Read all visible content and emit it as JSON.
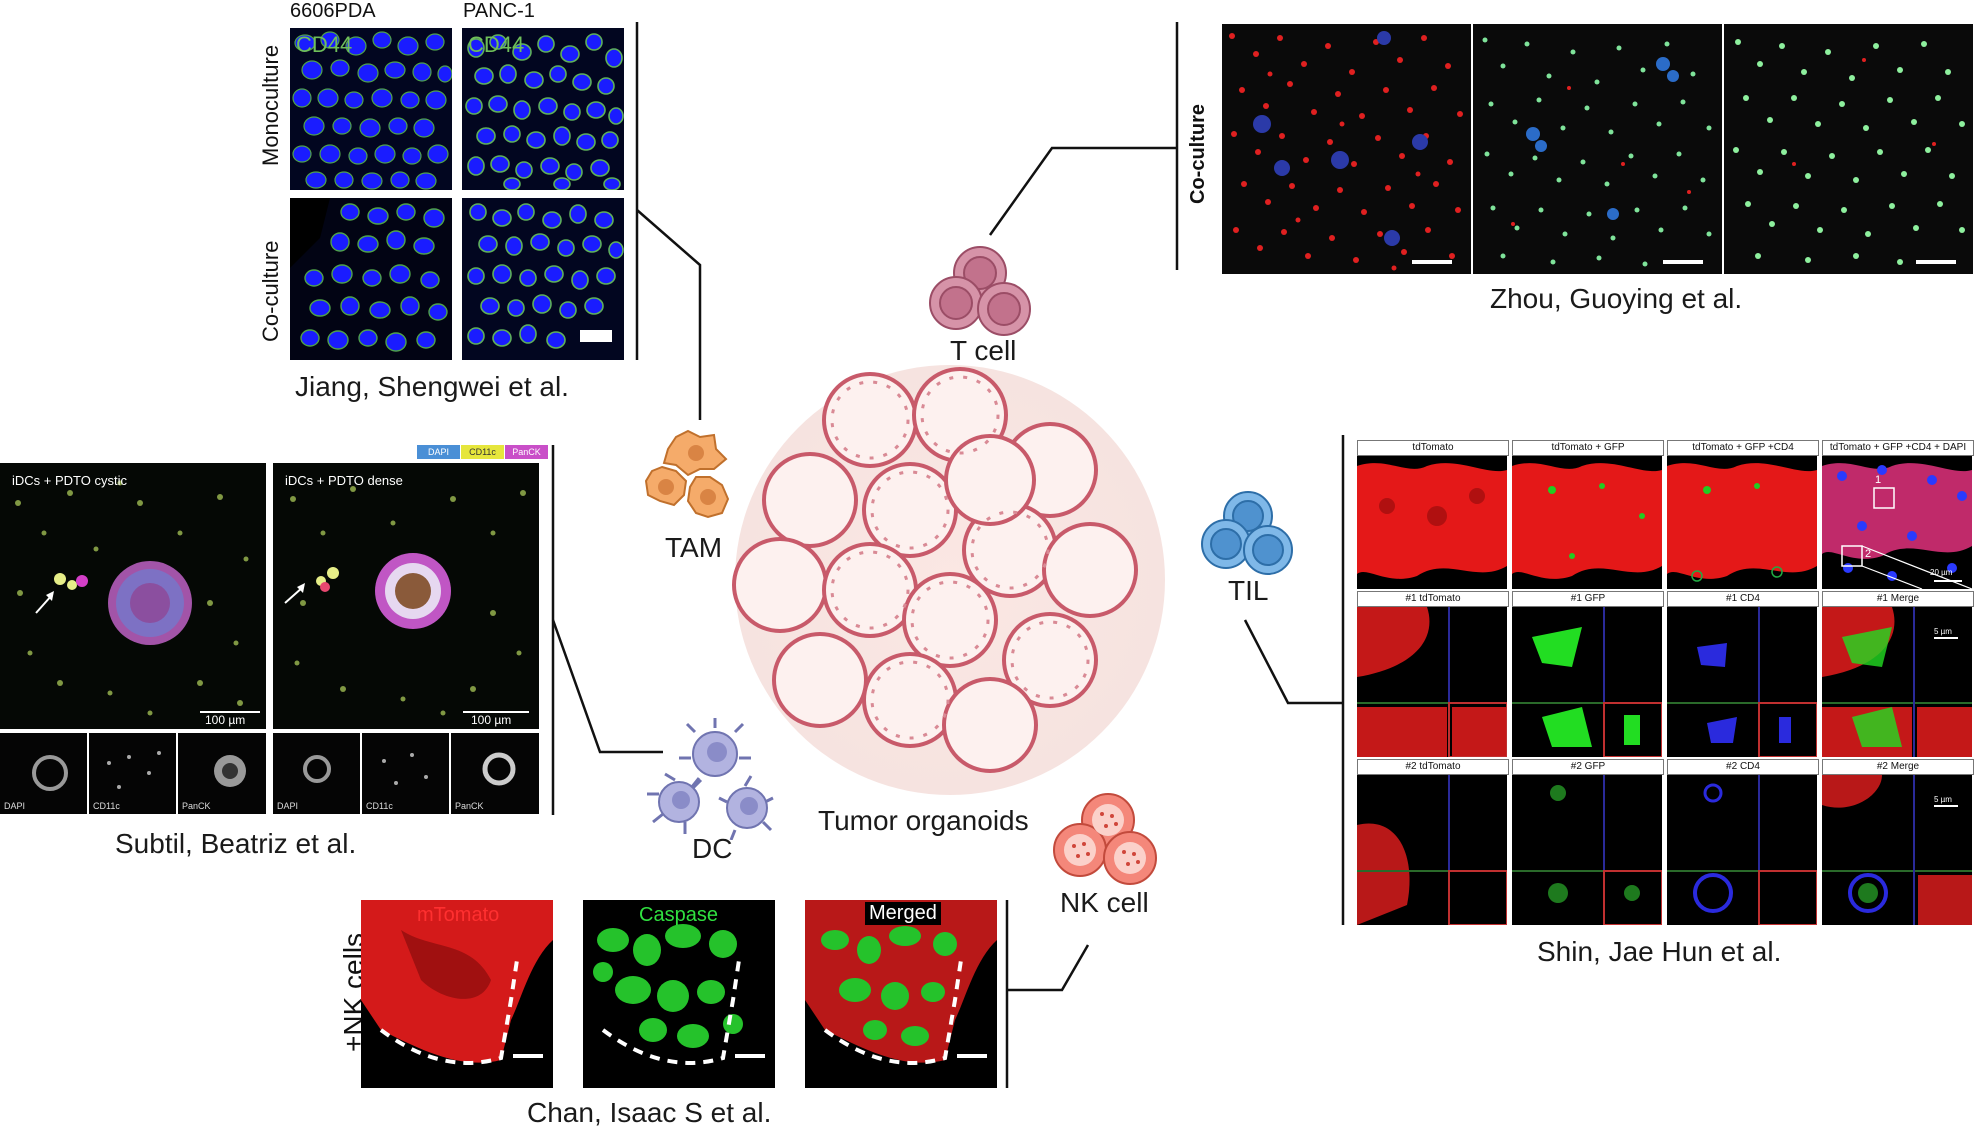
{
  "center": {
    "label": "Tumor organoids"
  },
  "cells": {
    "t_cell": "T cell",
    "tam": "TAM",
    "dc": "DC",
    "nk": "NK cell",
    "til": "TIL"
  },
  "jiang": {
    "caption": "Jiang, Shengwei et al.",
    "columns": [
      "6606PDA",
      "PANC-1"
    ],
    "rows": [
      "Monoculture",
      "Co-culture"
    ],
    "stain": "CD44"
  },
  "zhou": {
    "caption": "Zhou, Guoying et al.",
    "row": "Co-culture"
  },
  "subtil": {
    "caption": "Subtil, Beatriz et al.",
    "legend": [
      "DAPI",
      "CD11c",
      "PanCK"
    ],
    "panel1": "iDCs + PDTO cystic",
    "panel2": "iDCs + PDTO dense",
    "scale": "100 µm",
    "small": [
      "DAPI",
      "CD11c",
      "PanCK"
    ]
  },
  "chan": {
    "caption": "Chan, Isaac S et al.",
    "row": "+NK cells",
    "panels": [
      "mTomato",
      "Caspase",
      "Merged"
    ]
  },
  "shin": {
    "caption": "Shin, Jae Hun et al.",
    "top": [
      "tdTomato",
      "tdTomato + GFP",
      "tdTomato + GFP +CD4",
      "tdTomato + GFP +CD4 + DAPI"
    ],
    "row1": [
      "#1 tdTomato",
      "#1 GFP",
      "#1 CD4",
      "#1 Merge"
    ],
    "row2": [
      "#2 tdTomato",
      "#2 GFP",
      "#2 CD4",
      "#2 Merge"
    ],
    "scale_a": "20 µm",
    "scale_b": "5 µm",
    "mark1": "1",
    "mark2": "2"
  },
  "colors": {
    "tcell": "#c97c95",
    "tam": "#f3a25e",
    "dc": "#a7a8d8",
    "nk": "#ef7565",
    "til": "#62a8de",
    "organoid": "#c85a6a"
  }
}
